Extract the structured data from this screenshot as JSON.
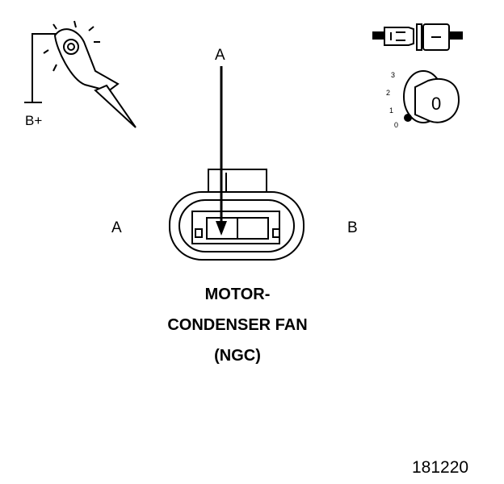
{
  "probe": {
    "supply_label": "B+"
  },
  "ignition": {
    "positions": [
      "3",
      "2",
      "1",
      "0"
    ],
    "key_label": "0"
  },
  "connector": {
    "arrow_label": "A",
    "left_terminal": "A",
    "right_terminal": "B"
  },
  "caption": {
    "lines": [
      "MOTOR-",
      "CONDENSER FAN",
      "(NGC)"
    ]
  },
  "figure_number": "181220"
}
